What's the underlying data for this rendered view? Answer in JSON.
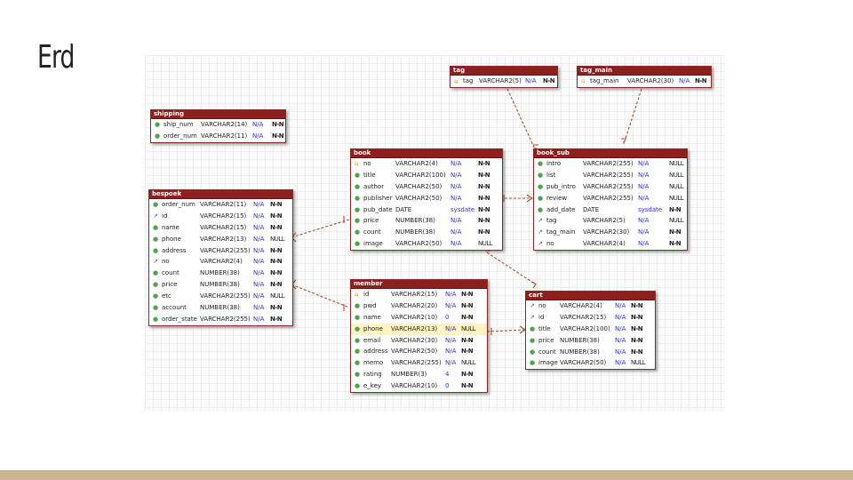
{
  "slide": {
    "title": "Erd"
  },
  "tables": {
    "tag": {
      "name": "tag",
      "rows": [
        {
          "icon": "key",
          "name": "tag",
          "type": "VARCHAR2(5)",
          "null": "N/A",
          "def": "N-N"
        }
      ]
    },
    "tag_main": {
      "name": "tag_main",
      "rows": [
        {
          "icon": "key",
          "name": "tag_main",
          "type": "VARCHAR2(30)",
          "null": "N/A",
          "def": "N-N"
        }
      ]
    },
    "shipping": {
      "name": "shipping",
      "rows": [
        {
          "icon": "attr",
          "name": "ship_num",
          "type": "VARCHAR2(14)",
          "null": "N/A",
          "def": "N-N"
        },
        {
          "icon": "attr",
          "name": "order_num",
          "type": "VARCHAR2(11)",
          "null": "N/A",
          "def": "N-N"
        }
      ]
    },
    "book": {
      "name": "book",
      "rows": [
        {
          "icon": "key",
          "name": "no",
          "type": "VARCHAR2(4)",
          "null": "N/A",
          "def": "N-N"
        },
        {
          "icon": "attr",
          "name": "title",
          "type": "VARCHAR2(100)",
          "null": "N/A",
          "def": "N-N"
        },
        {
          "icon": "attr",
          "name": "author",
          "type": "VARCHAR2(50)",
          "null": "N/A",
          "def": "N-N"
        },
        {
          "icon": "attr",
          "name": "publisher",
          "type": "VARCHAR2(50)",
          "null": "N/A",
          "def": "N-N"
        },
        {
          "icon": "attr",
          "name": "pub_date",
          "type": "DATE",
          "null": "sysdate",
          "def": "N-N"
        },
        {
          "icon": "attr",
          "name": "price",
          "type": "NUMBER(38)",
          "null": "N/A",
          "def": "N-N"
        },
        {
          "icon": "attr",
          "name": "count",
          "type": "NUMBER(38)",
          "null": "N/A",
          "def": "N-N"
        },
        {
          "icon": "attr",
          "name": "image",
          "type": "VARCHAR2(50)",
          "null": "N/A",
          "def": "NULL"
        }
      ]
    },
    "book_sub": {
      "name": "book_sub",
      "rows": [
        {
          "icon": "attr",
          "name": "intro",
          "type": "VARCHAR2(255)",
          "null": "N/A",
          "def": "NULL"
        },
        {
          "icon": "attr",
          "name": "list",
          "type": "VARCHAR2(255)",
          "null": "N/A",
          "def": "NULL"
        },
        {
          "icon": "attr",
          "name": "pub_intro",
          "type": "VARCHAR2(255)",
          "null": "N/A",
          "def": "NULL"
        },
        {
          "icon": "attr",
          "name": "review",
          "type": "VARCHAR2(255)",
          "null": "N/A",
          "def": "NULL"
        },
        {
          "icon": "attr",
          "name": "add_date",
          "type": "DATE",
          "null": "sysdate",
          "def": "N-N"
        },
        {
          "icon": "fk",
          "name": "tag",
          "type": "VARCHAR2(5)",
          "null": "N/A",
          "def": "NULL"
        },
        {
          "icon": "fk",
          "name": "tag_main",
          "type": "VARCHAR2(30)",
          "null": "N/A",
          "def": "N-N"
        },
        {
          "icon": "fk",
          "name": "no",
          "type": "VARCHAR2(4)",
          "null": "N/A",
          "def": "N-N"
        }
      ]
    },
    "bespoek": {
      "name": "bespoek",
      "rows": [
        {
          "icon": "attr",
          "name": "order_num",
          "type": "VARCHAR2(11)",
          "null": "N/A",
          "def": "N-N"
        },
        {
          "icon": "fk",
          "name": "id",
          "type": "VARCHAR2(15)",
          "null": "N/A",
          "def": "N-N"
        },
        {
          "icon": "attr",
          "name": "name",
          "type": "VARCHAR2(15)",
          "null": "N/A",
          "def": "N-N"
        },
        {
          "icon": "attr",
          "name": "phone",
          "type": "VARCHAR2(13)",
          "null": "N/A",
          "def": "NULL"
        },
        {
          "icon": "attr",
          "name": "address",
          "type": "VARCHAR2(255)",
          "null": "N/A",
          "def": "N-N"
        },
        {
          "icon": "fk",
          "name": "no",
          "type": "VARCHAR2(4)",
          "null": "N/A",
          "def": "N-N"
        },
        {
          "icon": "attr",
          "name": "count",
          "type": "NUMBER(38)",
          "null": "N/A",
          "def": "N-N"
        },
        {
          "icon": "attr",
          "name": "price",
          "type": "NUMBER(38)",
          "null": "N/A",
          "def": "N-N"
        },
        {
          "icon": "attr",
          "name": "etc",
          "type": "VARCHAR2(255)",
          "null": "N/A",
          "def": "NULL"
        },
        {
          "icon": "attr",
          "name": "account",
          "type": "NUMBER(38)",
          "null": "N/A",
          "def": "N-N"
        },
        {
          "icon": "attr",
          "name": "order_state",
          "type": "VARCHAR2(255)",
          "null": "N/A",
          "def": "N-N"
        }
      ]
    },
    "member": {
      "name": "member",
      "rows": [
        {
          "icon": "key",
          "name": "id",
          "type": "VARCHAR2(15)",
          "null": "N/A",
          "def": "N-N"
        },
        {
          "icon": "attr",
          "name": "pwd",
          "type": "VARCHAR2(20)",
          "null": "N/A",
          "def": "N-N"
        },
        {
          "icon": "attr",
          "name": "name",
          "type": "VARCHAR2(10)",
          "null": "0",
          "def": "N-N"
        },
        {
          "icon": "attr",
          "name": "phone",
          "type": "VARCHAR2(13)",
          "null": "N/A",
          "def": "NULL",
          "selected": true
        },
        {
          "icon": "attr",
          "name": "email",
          "type": "VARCHAR2(30)",
          "null": "N/A",
          "def": "N-N"
        },
        {
          "icon": "attr",
          "name": "address",
          "type": "VARCHAR2(50)",
          "null": "N/A",
          "def": "N-N"
        },
        {
          "icon": "attr",
          "name": "memo",
          "type": "VARCHAR2(255)",
          "null": "N/A",
          "def": "NULL"
        },
        {
          "icon": "attr",
          "name": "rating",
          "type": "NUMBER(3)",
          "null": "4",
          "def": "N-N"
        },
        {
          "icon": "attr",
          "name": "e_key",
          "type": "VARCHAR2(10)",
          "null": "0",
          "def": "N-N"
        }
      ]
    },
    "cart": {
      "name": "cart",
      "rows": [
        {
          "icon": "fk",
          "name": "no",
          "type": "VARCHAR2(4)",
          "null": "N/A",
          "def": "N-N"
        },
        {
          "icon": "fk",
          "name": "id",
          "type": "VARCHAR2(15)",
          "null": "N/A",
          "def": "N-N"
        },
        {
          "icon": "attr",
          "name": "title",
          "type": "VARCHAR2(100)",
          "null": "N/A",
          "def": "N-N"
        },
        {
          "icon": "attr",
          "name": "price",
          "type": "NUMBER(38)",
          "null": "N/A",
          "def": "N-N"
        },
        {
          "icon": "attr",
          "name": "count",
          "type": "NUMBER(38)",
          "null": "N/A",
          "def": "N-N"
        },
        {
          "icon": "attr",
          "name": "image",
          "type": "VARCHAR2(50)",
          "null": "N/A",
          "def": "NULL"
        }
      ]
    }
  },
  "colors": {
    "header": "#8e1f1f",
    "link": "#a0522d",
    "selected_row": "#fff3c2",
    "footer": "#cdb491"
  }
}
